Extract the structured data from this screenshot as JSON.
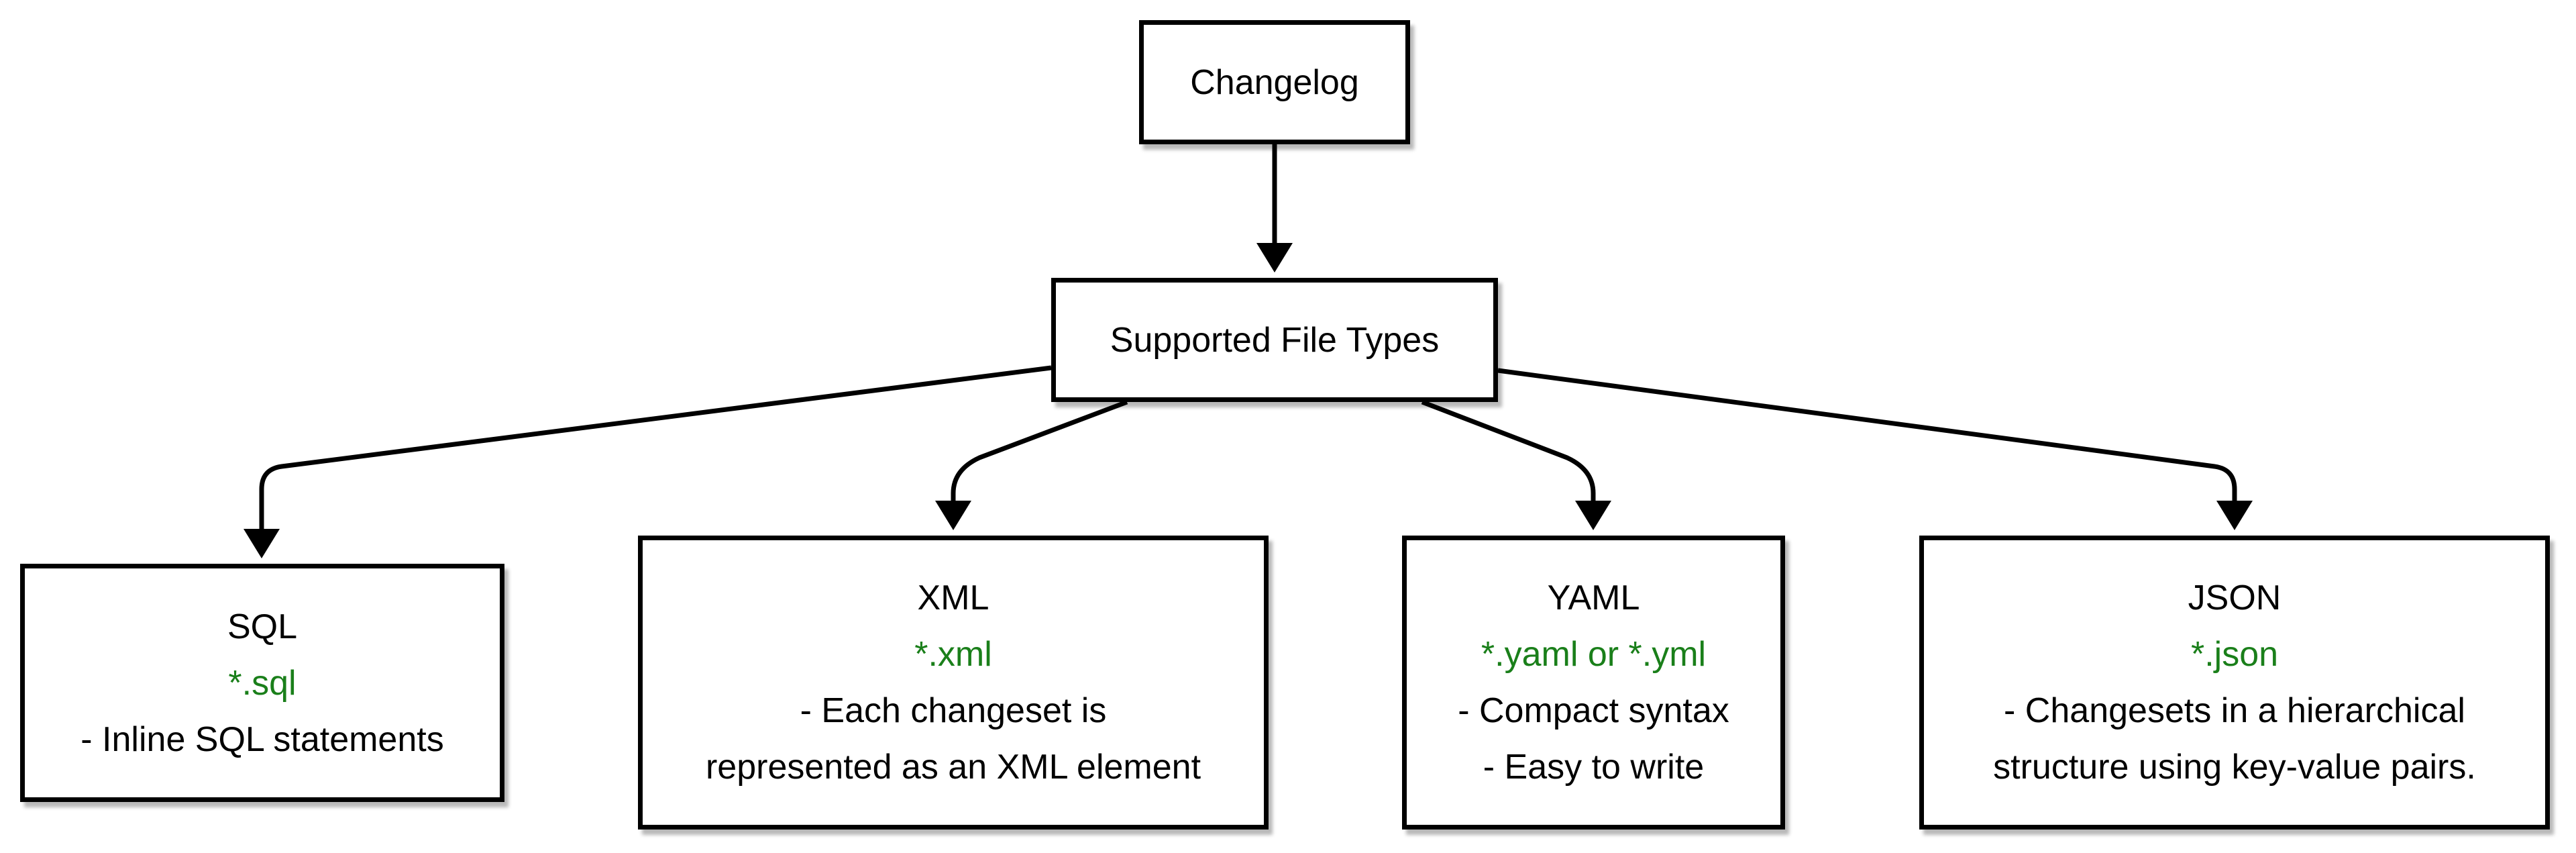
{
  "colors": {
    "line": "#000000",
    "text": "#000000",
    "extension": "#1a7f1a",
    "background": "#ffffff"
  },
  "nodes": {
    "changelog": {
      "title": "Changelog"
    },
    "supported": {
      "title": "Supported File Types"
    },
    "sql": {
      "title": "SQL",
      "extension": "*.sql",
      "description": [
        "- Inline SQL statements"
      ]
    },
    "xml": {
      "title": "XML",
      "extension": "*.xml",
      "description": [
        "- Each changeset is",
        "represented as an XML element"
      ]
    },
    "yaml": {
      "title": "YAML",
      "extension": "*.yaml or *.yml",
      "description": [
        "- Compact syntax",
        "- Easy to write"
      ]
    },
    "json": {
      "title": "JSON",
      "extension": "*.json",
      "description": [
        "- Changesets in a hierarchical",
        "structure using key-value pairs."
      ]
    }
  },
  "edges": [
    {
      "from": "changelog",
      "to": "supported"
    },
    {
      "from": "supported",
      "to": "sql"
    },
    {
      "from": "supported",
      "to": "xml"
    },
    {
      "from": "supported",
      "to": "yaml"
    },
    {
      "from": "supported",
      "to": "json"
    }
  ]
}
